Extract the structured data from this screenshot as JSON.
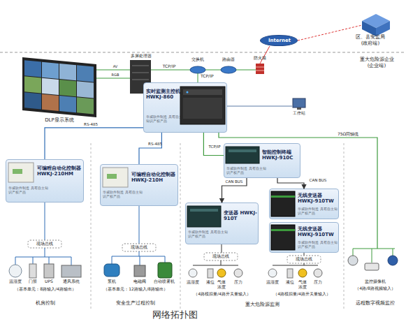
{
  "diagram": {
    "caption": "网络拓扑图",
    "nodes": [
      {
        "text": [
          "Internet"
        ]
      },
      {
        "text": [
          "实时监测主控机 HWKJ-860",
          "华威软件制造 具有自主知识产权产品"
        ]
      },
      {
        "text": [
          "可编程自动化控制器 HWKJ-210HM",
          "华威软件制造 具有自主知识产权产品"
        ]
      },
      {
        "text": [
          "可编程自动化控制器 HWKJ-210H",
          "华威软件制造 具有自主知识产权产品"
        ]
      },
      {
        "text": [
          "智能控制终端 HWKJ-910C",
          "华威软件制造 具有自主知识产权产品"
        ]
      },
      {
        "text": [
          "变送器 HWKJ-910T",
          "华威软件制造 具有自主知识产权产品"
        ]
      },
      {
        "text": [
          "无线变送器 HWKJ-910TW",
          "华威软件制造 具有自主知识产权产品"
        ]
      },
      {
        "text": [
          "无线变送器 HWKJ-910TW",
          "华威软件制造 具有自主知识产权产品"
        ]
      }
    ],
    "edges": [
      {
        "from": 1,
        "to": 2,
        "label": "RS-485",
        "arrow": "none"
      },
      {
        "from": 1,
        "to": 3,
        "label": "RS-485",
        "arrow": "none"
      },
      {
        "from": 1,
        "to": 4,
        "label": "TCP/IP",
        "arrow": "none"
      },
      {
        "from": 4,
        "to": 5,
        "label": "CAN BUS",
        "arrow": "to"
      },
      {
        "from": 4,
        "to": 6,
        "label": "CAN BUS",
        "arrow": "to"
      }
    ],
    "labels": [
      "区、县安监局",
      "(政府端)",
      "重大危险源企业",
      "(企业端)",
      "多屏处理器",
      "AV",
      "RGB",
      "TCP/IP",
      "交换机",
      "路由器",
      "防火墙",
      "TCP/IP",
      "DLP显示系统",
      "工作站",
      "75Ω同轴缆",
      "现场总线",
      "温湿度",
      "门禁",
      "UPS",
      "通风系统",
      "（基本单元：8路输入/4路输出）",
      "机房控制",
      "现场总线",
      "泵机",
      "电磁阀",
      "自动喷雾机",
      "（基本单元：12路输入/8路输出）",
      "安全生产过程控制",
      "现场总线",
      "温湿度",
      "液位",
      "气体浓度",
      "压力",
      "（4路模拟量/4路开关量输入）",
      "现场总线",
      "温湿度",
      "液位",
      "气体浓度",
      "压力",
      "（4路模拟量/4路开关量输入）",
      "重大危险源监测",
      "监控摄像机",
      "（4路/8路视频输入）",
      "远程数字视频监控"
    ]
  }
}
